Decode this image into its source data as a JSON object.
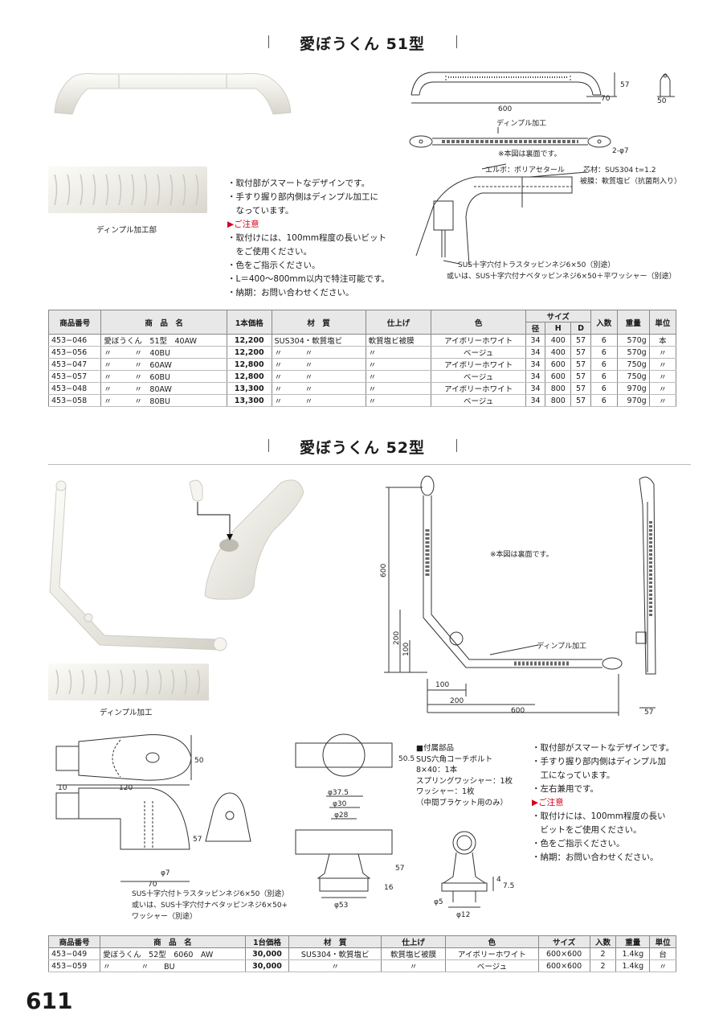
{
  "page_number": "611",
  "model51": {
    "title": "愛ぼうくん 51型",
    "photo_caption": "ディンプル加工部",
    "drawing_labels": {
      "dim_57": "57",
      "dim_70": "70",
      "dim_50": "50",
      "dim_600": "600",
      "dimple": "ディンプル加工",
      "dia7": "2-φ7",
      "back_note": "※本図は裏面です。",
      "elbow": "エルボ：ポリアセタール",
      "core": "芯材：SUS304 t=1.2",
      "cover": "被膜：軟質塩ビ（抗菌剤入り）",
      "screw1": "SUS十字穴付トラスタッピンネジ6×50（別途）",
      "screw2": "或いは、SUS十字穴付ナベタッピンネジ6×50＋平ワッシャー（別途）"
    },
    "features": [
      "・取付部がスマートなデザインです。",
      "・手すり握り部内側はディンプル加工に",
      "　なっています。"
    ],
    "note_head": "▶ご注意",
    "notes": [
      "・取付けには、100mm程度の長いビット",
      "　をご使用ください。",
      "・色をご指示ください。",
      "・L＝400～800mm以内で特注可能です。",
      "・納期：お問い合わせください。"
    ],
    "table": {
      "headers": [
        "商品番号",
        "商　品　名",
        "1本価格",
        "材　質",
        "仕上げ",
        "色",
        "サイズ",
        "入数",
        "重量",
        "単位"
      ],
      "size_sub": [
        "径",
        "H",
        "D"
      ],
      "rows": [
        [
          "453−046",
          "愛ぼうくん　51型　40AW",
          "12,200",
          "SUS304・軟質塩ビ",
          "軟質塩ビ被膜",
          "アイボリーホワイト",
          "34",
          "400",
          "57",
          "6",
          "570g",
          "本"
        ],
        [
          "453−056",
          "〃　　　〃　40BU",
          "12,200",
          "〃　　　〃",
          "〃",
          "ベージュ",
          "34",
          "400",
          "57",
          "6",
          "570g",
          "〃"
        ],
        [
          "453−047",
          "〃　　　〃　60AW",
          "12,800",
          "〃　　　〃",
          "〃",
          "アイボリーホワイト",
          "34",
          "600",
          "57",
          "6",
          "750g",
          "〃"
        ],
        [
          "453−057",
          "〃　　　〃　60BU",
          "12,800",
          "〃　　　〃",
          "〃",
          "ベージュ",
          "34",
          "600",
          "57",
          "6",
          "750g",
          "〃"
        ],
        [
          "453−048",
          "〃　　　〃　80AW",
          "13,300",
          "〃　　　〃",
          "〃",
          "アイボリーホワイト",
          "34",
          "800",
          "57",
          "6",
          "970g",
          "〃"
        ],
        [
          "453−058",
          "〃　　　〃　80BU",
          "13,300",
          "〃　　　〃",
          "〃",
          "ベージュ",
          "34",
          "800",
          "57",
          "6",
          "970g",
          "〃"
        ]
      ]
    }
  },
  "model52": {
    "title": "愛ぼうくん 52型",
    "photo_caption": "ディンプル加工",
    "drawing_labels": {
      "back_note": "※本図は裏面です。",
      "dim_600v": "600",
      "dim_200v": "200",
      "dim_100v": "100",
      "dim_100h": "100",
      "dim_200h": "200",
      "dim_600h": "600",
      "dim_57": "57",
      "dimple": "ディンプル加工",
      "d50": "50",
      "d10": "10",
      "d120": "120",
      "d57": "57",
      "d70": "70",
      "dia7": "φ7",
      "d505": "50.5",
      "dia375": "φ37.5",
      "dia30": "φ30",
      "dia28": "φ28",
      "d57b": "57",
      "d16": "16",
      "dia53": "φ53",
      "d4": "4",
      "d75": "7.5",
      "dia5": "φ5",
      "dia12": "φ12",
      "screw1": "SUS十字穴付トラスタッピンネジ6×50（別途）",
      "screw2": "或いは、SUS十字穴付ナベタッピンネジ6×50+",
      "screw3": "ワッシャー（別途）"
    },
    "parts_head": "■付属部品",
    "parts": [
      "SUS六角コーチボルト",
      "8×40：1本",
      "スプリングワッシャー：1枚",
      "ワッシャー：1枚",
      "（中間ブラケット用のみ）"
    ],
    "features": [
      "・取付部がスマートなデザインです。",
      "・手すり握り部内側はディンプル加",
      "　工になっています。",
      "・左右兼用です。"
    ],
    "note_head": "▶ご注意",
    "notes": [
      "・取付けには、100mm程度の長い",
      "　ビットをご使用ください。",
      "・色をご指示ください。",
      "・納期：お問い合わせください。"
    ],
    "table": {
      "headers": [
        "商品番号",
        "商　品　名",
        "1台価格",
        "材　質",
        "仕上げ",
        "色",
        "サイズ",
        "入数",
        "重量",
        "単位"
      ],
      "rows": [
        [
          "453−049",
          "愛ぼうくん　52型　6060　AW",
          "30,000",
          "SUS304・軟質塩ビ",
          "軟質塩ビ被膜",
          "アイボリーホワイト",
          "600×600",
          "2",
          "1.4kg",
          "台"
        ],
        [
          "453−059",
          "〃　　　　〃　　BU",
          "30,000",
          "〃",
          "〃",
          "ベージュ",
          "600×600",
          "2",
          "1.4kg",
          "〃"
        ]
      ]
    }
  }
}
